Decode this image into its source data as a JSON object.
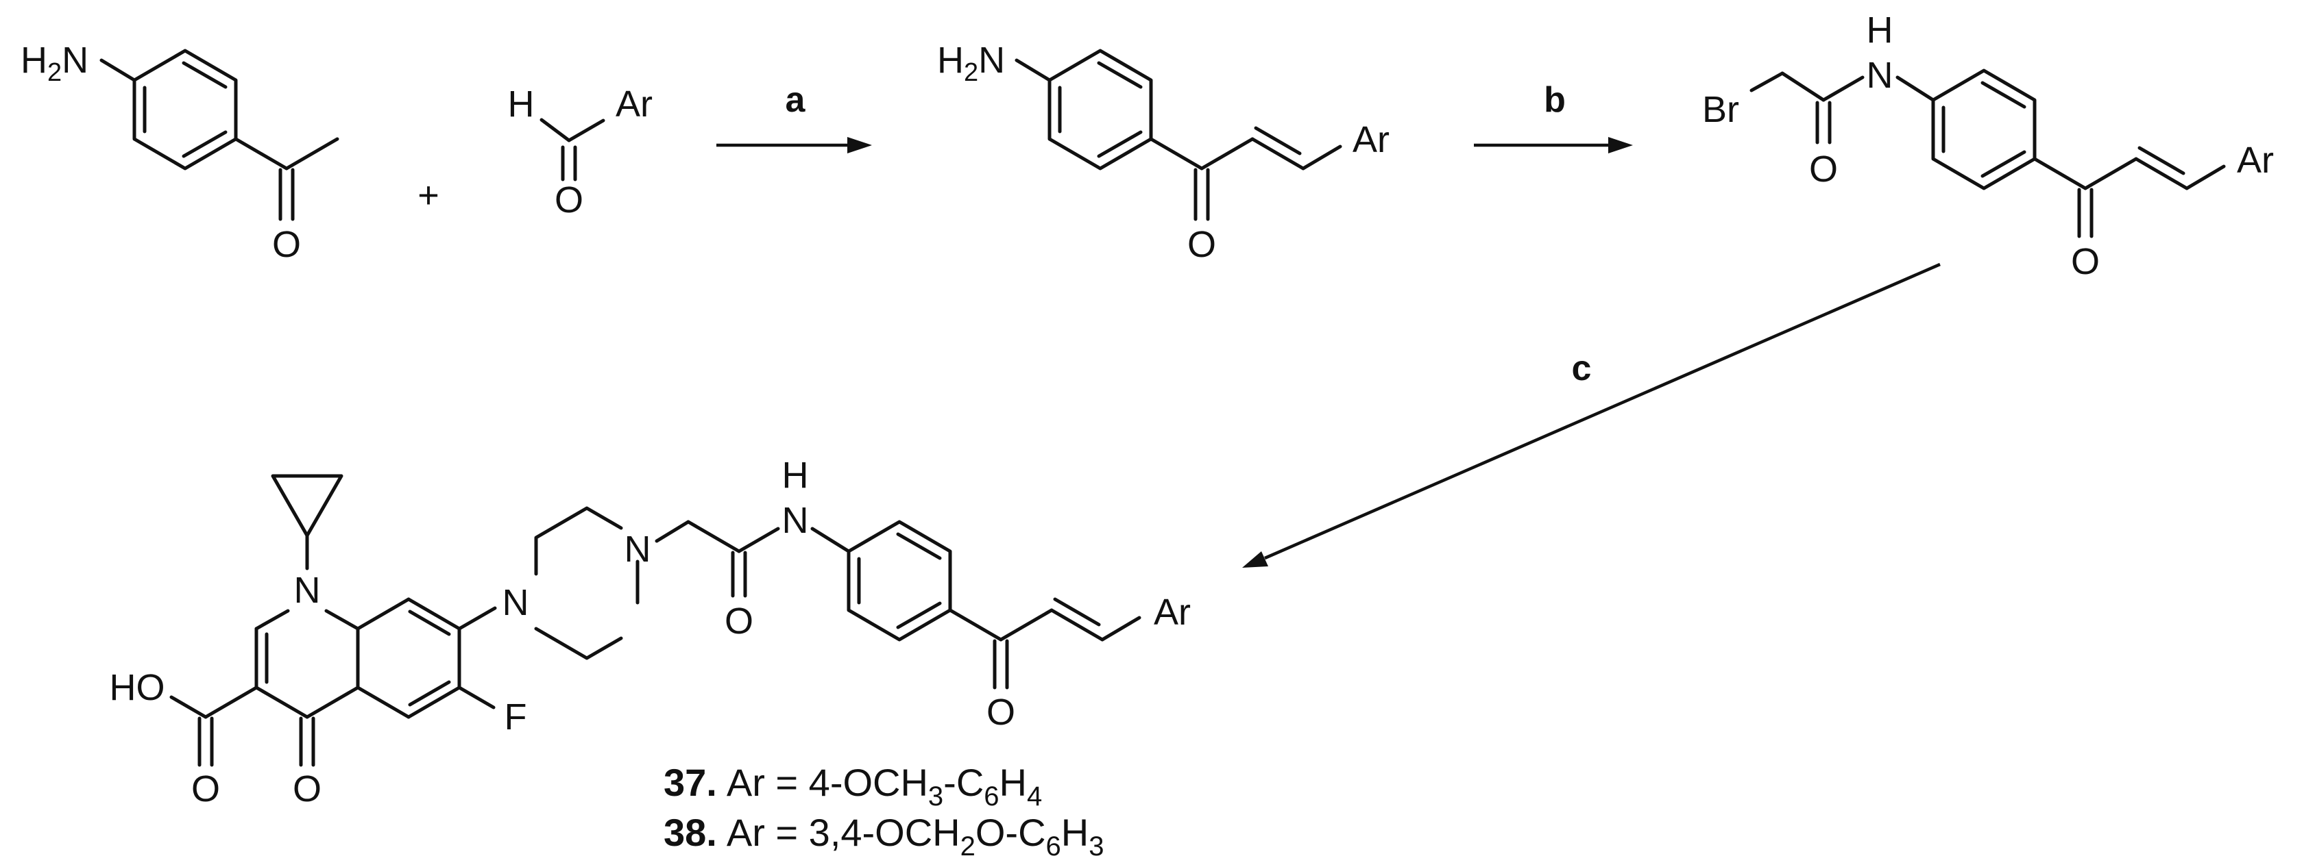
{
  "scheme": {
    "plus": "+",
    "steps": {
      "a": "a",
      "b": "b",
      "c": "c"
    },
    "atoms": {
      "H": "H",
      "N": "N",
      "O": "O",
      "F": "F",
      "Br": "Br",
      "Ar": "Ar",
      "HO": "HO",
      "two": "2"
    },
    "compounds": [
      {
        "number": "37.",
        "prefix": "Ar = 4-OCH",
        "sub1": "3",
        "mid": "-C",
        "sub2": "6",
        "mid2": "H",
        "sub3": "4"
      },
      {
        "number": "38.",
        "prefix": "Ar = 3,4-OCH",
        "sub1": "2",
        "mid": "O-C",
        "sub2": "6",
        "mid2": "H",
        "sub3": "3"
      }
    ]
  }
}
